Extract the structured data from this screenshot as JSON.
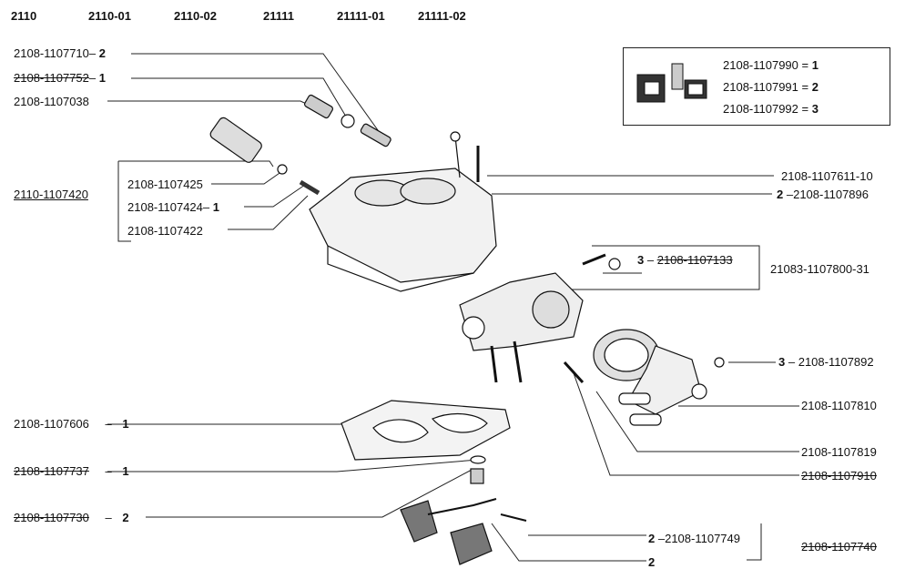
{
  "header": {
    "models": [
      "2110",
      "2110-01",
      "2110-02",
      "21111",
      "21111-01",
      "21111-02"
    ]
  },
  "legend": {
    "rows": [
      {
        "code": "2108-1107990",
        "eq": "=",
        "num": "1"
      },
      {
        "code": "2108-1107991",
        "eq": "=",
        "num": "2"
      },
      {
        "code": "2108-1107992",
        "eq": "=",
        "num": "3"
      }
    ]
  },
  "left_labels": {
    "l1": {
      "code": "2108-1107710",
      "dash": "–",
      "num": "2"
    },
    "l2": {
      "code": "2108-1107752",
      "dash": "–",
      "num": "1"
    },
    "l3": {
      "code": "2108-1107038"
    },
    "group": {
      "code": "2110-1107420"
    },
    "g1": {
      "code": "2108-1107425"
    },
    "g2": {
      "code": "2108-1107424",
      "dash": "–",
      "num": "1"
    },
    "g3": {
      "code": "2108-1107422"
    },
    "l4": {
      "code": "2108-1107606",
      "dash": "–",
      "num": "1"
    },
    "l5": {
      "code": "2108-1107737",
      "dash": "–",
      "num": "1"
    },
    "l6": {
      "code": "2108-1107730",
      "dash": "–",
      "num": "2"
    }
  },
  "right_labels": {
    "r1": {
      "code": "2108-1107611-10"
    },
    "r2": {
      "num": "2",
      "dash": "–",
      "code": "2108-1107896"
    },
    "r3": {
      "num": "3",
      "dash": "–",
      "code": "2108-1107133"
    },
    "r3g": {
      "code": "21083-1107800-31"
    },
    "r4": {
      "num": "3",
      "dash": "–",
      "code": "2108-1107892"
    },
    "r5": {
      "code": "2108-1107810"
    },
    "r6": {
      "code": "2108-1107819"
    },
    "r7": {
      "code": "2108-1107910"
    },
    "r8": {
      "num": "2",
      "dash": "–",
      "code": "2108-1107749"
    },
    "r8b": {
      "num": "2"
    },
    "r9": {
      "code": "2108-1107740"
    }
  }
}
